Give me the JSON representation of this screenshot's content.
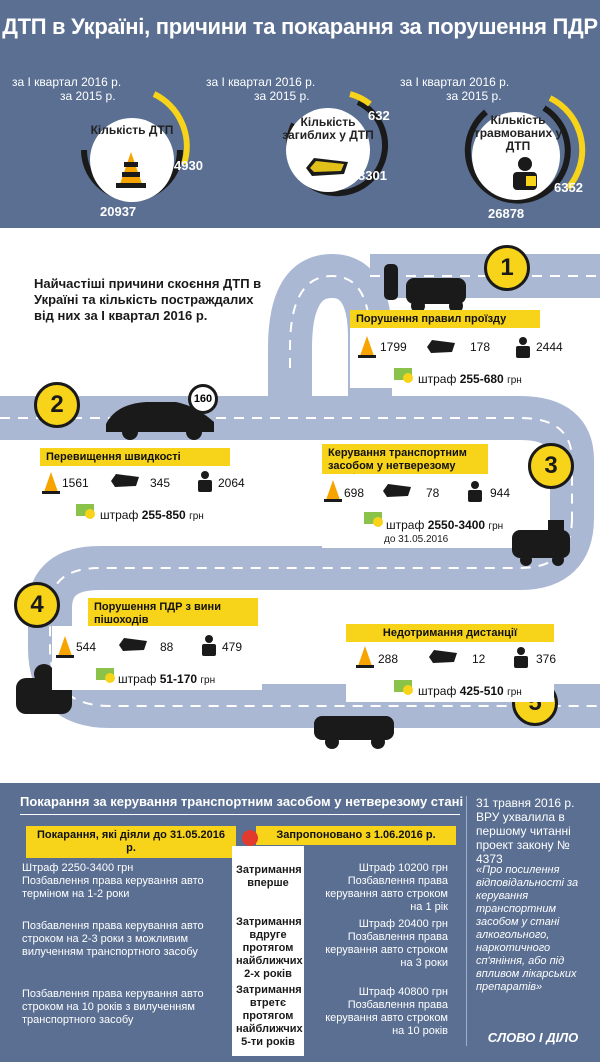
{
  "title": "ДТП в Україні, причини та покарання за порушення ПДР",
  "legend": {
    "q1": "за I квартал 2016 р.",
    "y2015": "за 2015 р."
  },
  "stats": [
    {
      "label": "Кількість ДТП",
      "q1": "4930",
      "y2015": "20937"
    },
    {
      "label": "Кількість загиблих у ДТП",
      "q1": "632",
      "y2015": "3301"
    },
    {
      "label": "Кількість травмованих у ДТП",
      "q1": "6352",
      "y2015": "26878"
    }
  ],
  "intro": "Найчастіші причини скоєння ДТП в Україні та кількість постраждалих від них за I квартал 2016 р.",
  "causes": [
    {
      "n": "1",
      "title": "Порушення правил проїзду",
      "dtp": "1799",
      "dead": "178",
      "injured": "2444",
      "fine_label": "штраф",
      "fine": "255-680",
      "unit": "грн"
    },
    {
      "n": "2",
      "title": "Перевищення швидкості",
      "dtp": "1561",
      "dead": "345",
      "injured": "2064",
      "fine_label": "штраф",
      "fine": "255-850",
      "unit": "грн"
    },
    {
      "n": "3",
      "title": "Керування транспортним засобом у нетверезому стані",
      "dtp": "698",
      "dead": "78",
      "injured": "944",
      "fine_label": "штраф",
      "fine": "2550-3400",
      "unit": "грн",
      "note": "до 31.05.2016"
    },
    {
      "n": "4",
      "title": "Порушення ПДР з вини пішоходів",
      "dtp": "544",
      "dead": "88",
      "injured": "479",
      "fine_label": "штраф",
      "fine": "51-170",
      "unit": "грн"
    },
    {
      "n": "5",
      "title": "Недотримання дистанції",
      "dtp": "288",
      "dead": "12",
      "injured": "376",
      "fine_label": "штраф",
      "fine": "425-510",
      "unit": "грн"
    }
  ],
  "speed_sign": "160",
  "penalty": {
    "heading": "Покарання за керування транспортним засобом у нетверезому стані",
    "old_header": "Покарання, які діяли до 31.05.2016 р.",
    "new_header": "Запропоновано з 1.06.2016 р.",
    "rows": [
      {
        "old": "Штраф 2250-3400 грн\nПозбавлення права керування авто терміном на 1-2 роки",
        "case": "Затримання вперше",
        "new": "Штраф 10200 грн\nПозбавлення права керування авто строком на 1 рік"
      },
      {
        "old": "Позбавлення права керування авто строком на 2-3 роки з можливим вилученням транспортного засобу",
        "case": "Затримання вдруге протягом найближчих 2-х років",
        "new": "Штраф 20400 грн\nПозбавлення права керування авто строком на 3 роки"
      },
      {
        "old": "Позбавлення права керування авто строком на 10 років з вилученням транспортного засобу",
        "case": "Затримання втретє протягом найближчих 5-ти років",
        "new": "Штраф 40800 грн\nПозбавлення права керування авто строком на 10 років"
      }
    ],
    "side_head": "31 травня 2016 р. ВРУ ухвалила в першому читанні проект закону № 4373",
    "side_quote": "«Про посилення відповідальності за керування транспортним засобом у стані алкогольного, наркотичного сп'яніння, або під впливом лікарських препаратів»"
  },
  "brand": "СЛОВО І ДІЛО"
}
